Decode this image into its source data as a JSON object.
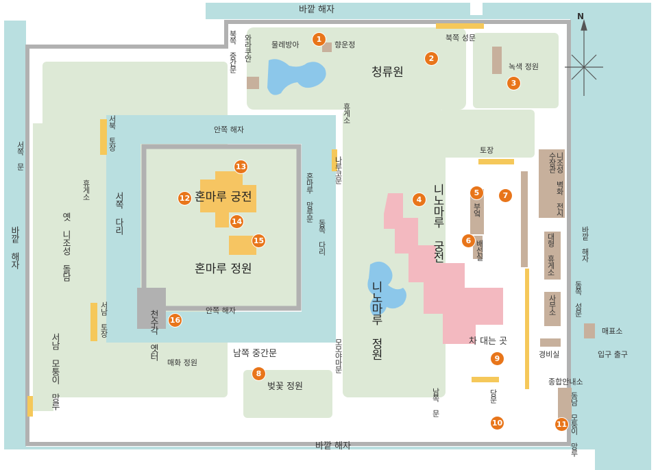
{
  "colors": {
    "moat": "#b9dfe0",
    "garden": "#dde9d6",
    "wall": "#b1b1b1",
    "gate": "#f5c85a",
    "building": "#f6c562",
    "ninomaru_palace": "#f3b9c0",
    "facility": "#c7b09c",
    "pond": "#8cc7ea",
    "marker": "#e8751a"
  },
  "labels": {
    "outer_moat_top": "바깥 해자",
    "outer_moat_bottom": "바깥 해자",
    "outer_moat_left": "바깥 해자",
    "outer_moat_right": "바깥 해자",
    "inner_moat_top": "안쪽 해자",
    "inner_moat_bottom": "안쪽 해자",
    "seiryuen": "청류원",
    "ninomaru_palace": "니노마루 궁전",
    "ninomaru_garden": "니노마루 정원",
    "honmaru_palace": "혼마루 궁전",
    "honmaru_garden": "혼마루 정원",
    "kitaomon": "북쪽 성문",
    "kita_chumon": "북쪽 중간문",
    "warakuan": "와라쿠안",
    "waterwheel": "물레방아",
    "koun_tei": "향운정",
    "green_garden": "녹색 정원",
    "rest_top": "휴게소",
    "rest_left": "휴게소",
    "nishimon": "서쪽 문",
    "nw_storehouse": "서북 토장",
    "sw_storehouse": "서남 토장",
    "nishi_bridge": "서쪽 다리",
    "higashi_bridge": "동쪽 다리",
    "honmaru_yaguramon": "혼마루 망루문",
    "naruko_mon": "나루코문",
    "storehouse_e": "토장",
    "kitchen": "부엌",
    "serving": "배선실",
    "ninomaru_walls": "옛 니조성 돌담",
    "sw_turret": "서남 모퉁이 망루",
    "tenshu": "천수각 옛터",
    "bika_garden": "매화 정원",
    "minami_chumon": "남쪽 중간문",
    "sakura_garden": "벚꽃 정원",
    "momoyama_mon": "모모야마문",
    "minamimon": "남쪽 문",
    "parking": "차 대는 곳",
    "karamon": "당문",
    "guard": "경비실",
    "info": "종합안내소",
    "se_turret": "동남 모퉁이 망루",
    "higashi_otemon": "동쪽 성문",
    "ticket": "매표소",
    "entrance": "입구 출구",
    "office": "사무소",
    "big_rest": "대형 휴게소",
    "museum": "니조성 벽화 전시 수장관"
  },
  "markers": [
    "1",
    "2",
    "3",
    "4",
    "5",
    "6",
    "7",
    "8",
    "9",
    "10",
    "11",
    "12",
    "13",
    "14",
    "15",
    "16"
  ],
  "compass": {
    "north": "N"
  }
}
